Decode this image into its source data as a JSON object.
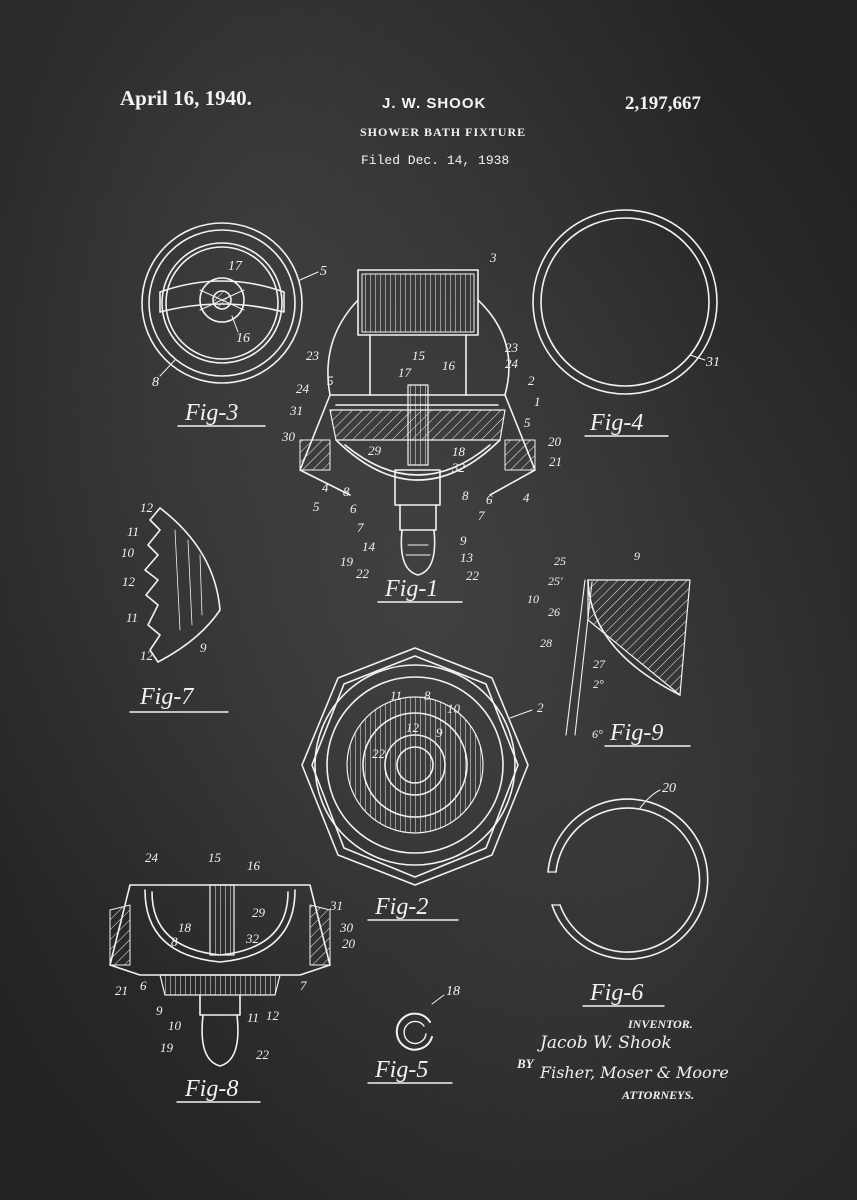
{
  "header": {
    "date": "April 16, 1940.",
    "inventor": "J. W. SHOOK",
    "title": "SHOWER BATH FIXTURE",
    "filed": "Filed Dec. 14, 1938",
    "patent_number": "2,197,667"
  },
  "figures": {
    "fig1": {
      "caption": "Fig-1",
      "refs": [
        "3",
        "5",
        "23",
        "24",
        "31",
        "30",
        "15",
        "17",
        "16",
        "23",
        "24",
        "2",
        "1",
        "5",
        "20",
        "21",
        "29",
        "18",
        "32",
        "4",
        "5",
        "8",
        "6",
        "7",
        "14",
        "19",
        "22",
        "6",
        "8",
        "7",
        "9",
        "13",
        "22",
        "4"
      ]
    },
    "fig2": {
      "caption": "Fig-2",
      "refs": [
        "2",
        "11",
        "8",
        "10",
        "12",
        "9",
        "22"
      ]
    },
    "fig3": {
      "caption": "Fig-3",
      "refs": [
        "17",
        "5",
        "16",
        "8"
      ]
    },
    "fig4": {
      "caption": "Fig-4",
      "refs": [
        "31"
      ]
    },
    "fig5": {
      "caption": "Fig-5",
      "refs": [
        "18"
      ]
    },
    "fig6": {
      "caption": "Fig-6",
      "refs": [
        "20"
      ]
    },
    "fig7": {
      "caption": "Fig-7",
      "refs": [
        "12",
        "11",
        "10",
        "12",
        "11",
        "12",
        "9"
      ]
    },
    "fig8": {
      "caption": "Fig-8",
      "refs": [
        "24",
        "15",
        "16",
        "18",
        "29",
        "31",
        "30",
        "8",
        "32",
        "20",
        "21",
        "6",
        "7",
        "9",
        "10",
        "11",
        "12",
        "19",
        "22"
      ]
    },
    "fig9": {
      "caption": "Fig-9",
      "refs": [
        "25",
        "9",
        "25'",
        "10",
        "26",
        "28",
        "27",
        "2°",
        "6°"
      ]
    }
  },
  "signature": {
    "inventor_label": "INVENTOR.",
    "inventor_name": "Jacob W. Shook",
    "by_label": "BY",
    "attorneys_name": "Fisher, Moser & Moore",
    "attorneys_label": "ATTORNEYS."
  },
  "colors": {
    "background": "#2b2b2b",
    "ink": "#f2f2f2"
  }
}
